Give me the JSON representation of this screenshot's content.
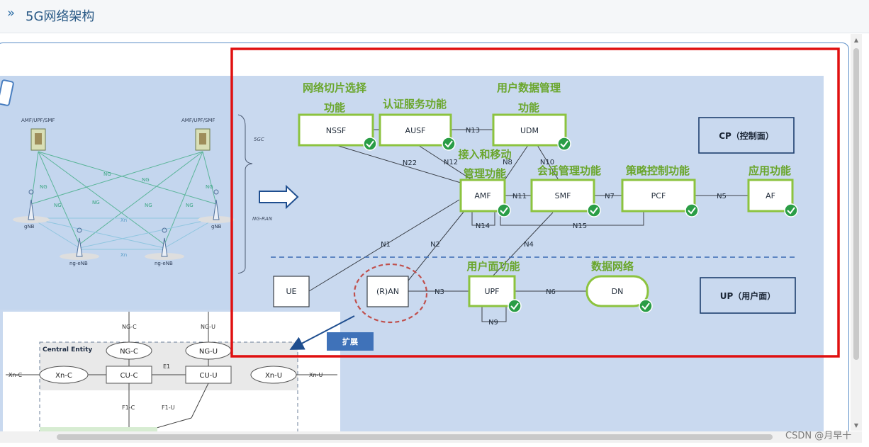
{
  "header": {
    "title": "5G网络架构",
    "chevron": "double-chevron-right-icon"
  },
  "watermark": "CSDN @月早十",
  "left_top": {
    "core_labels": [
      "AMF/UPF/SMF",
      "AMF/UPF/SMF"
    ],
    "link_labels": [
      "NG",
      "NG",
      "NG",
      "NG",
      "NG",
      "NG",
      "NG",
      "NG",
      "Xn",
      "Xn"
    ],
    "base_labels": [
      "gNB",
      "ng-eNB",
      "ng-eNB",
      "gNB"
    ],
    "brace_labels": [
      "5GC",
      "NG-RAN"
    ]
  },
  "left_bottom": {
    "top_labels": [
      "NG-C",
      "NG-U"
    ],
    "central_entity": "Central Entity",
    "ovals": [
      "NG-C",
      "NG-U",
      "Xn-C",
      "Xn-U"
    ],
    "boxes": [
      "CU-C",
      "CU-U"
    ],
    "e1": "E1",
    "side_labels": [
      "Xn-C",
      "Xn-U"
    ],
    "f1_labels": [
      "F1-C",
      "F1-U"
    ]
  },
  "diagram": {
    "nf_titles": {
      "nssf": [
        "网络切片选择",
        "功能"
      ],
      "ausf": [
        "认证服务功能"
      ],
      "udm": [
        "用户数据管理",
        "功能"
      ],
      "amf": [
        "接入和移动",
        "管理功能"
      ],
      "smf": [
        "会话管理功能"
      ],
      "pcf": [
        "策略控制功能"
      ],
      "af": [
        "应用功能"
      ],
      "upf": [
        "用户面功能"
      ],
      "dn": [
        "数据网络"
      ]
    },
    "nodes": {
      "nssf": "NSSF",
      "ausf": "AUSF",
      "udm": "UDM",
      "amf": "AMF",
      "smf": "SMF",
      "pcf": "PCF",
      "af": "AF",
      "ue": "UE",
      "ran": "(R)AN",
      "upf": "UPF",
      "dn": "DN"
    },
    "interfaces": {
      "n13": "N13",
      "n12": "N12",
      "n22": "N22",
      "n8": "N8",
      "n10": "N10",
      "n11": "N11",
      "n7": "N7",
      "n5": "N5",
      "n14": "N14",
      "n15": "N15",
      "n1": "N1",
      "n2": "N2",
      "n4": "N4",
      "n3": "N3",
      "n6": "N6",
      "n9": "N9"
    },
    "plane_boxes": {
      "cp": "CP（控制面）",
      "up": "UP（用户面）"
    },
    "expand_button": "扩展",
    "colors": {
      "box_border": "#8cc33f",
      "title_green": "#6aa62c",
      "check": "#2a9d46",
      "highlight": "#e01010",
      "panel": "#c9d9ef",
      "navy": "#1f3f6e"
    }
  }
}
